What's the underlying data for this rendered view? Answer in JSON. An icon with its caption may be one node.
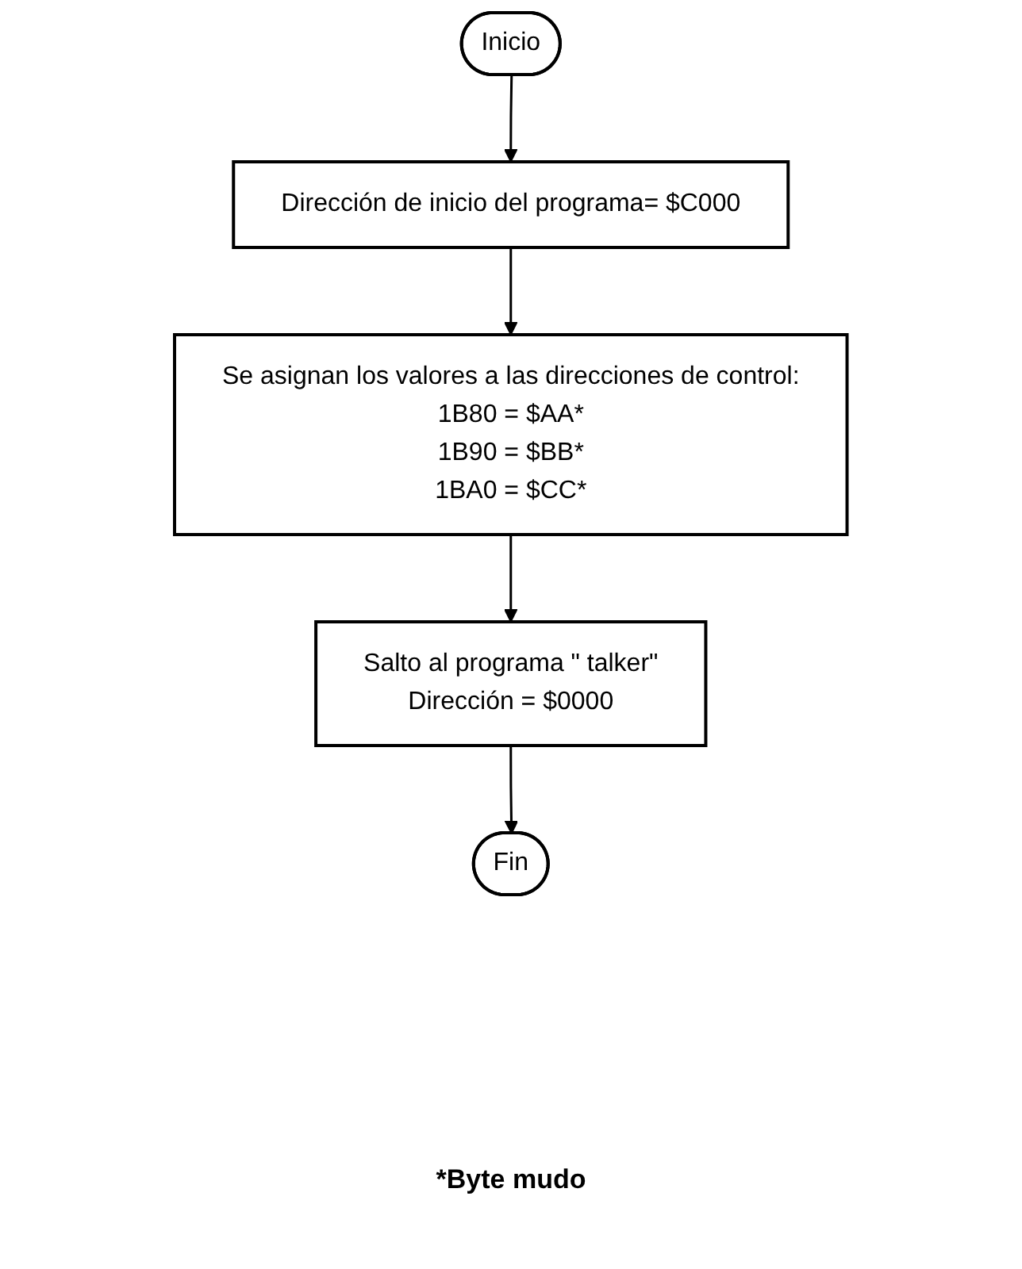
{
  "diagram": {
    "nodes": [
      {
        "text": [
          "Inicio"
        ]
      },
      {
        "text": [
          "Dirección de inicio del programa= $C000"
        ]
      },
      {
        "text": [
          "Se asignan los valores a las direcciones de control:",
          "1B80 = $AA*",
          "1B90 = $BB*",
          "1BA0 = $CC*"
        ]
      },
      {
        "text": [
          "Salto al programa \" talker\"",
          "Dirección = $0000"
        ]
      },
      {
        "text": [
          "Fin"
        ]
      }
    ],
    "edges": [
      {
        "from": 0,
        "to": 1,
        "arrow": "to"
      },
      {
        "from": 1,
        "to": 2,
        "arrow": "to"
      },
      {
        "from": 2,
        "to": 3,
        "arrow": "to"
      },
      {
        "from": 3,
        "to": 4,
        "arrow": "to"
      }
    ],
    "labels": [
      "*Byte mudo"
    ]
  }
}
